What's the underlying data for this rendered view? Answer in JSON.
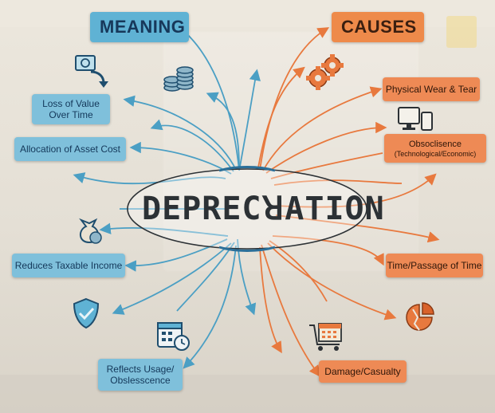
{
  "center": {
    "title": "DEPRECꓤATION"
  },
  "meaning": {
    "heading": "MEANING",
    "items": [
      {
        "line1": "Loss of Value",
        "line2": "Over Time"
      },
      {
        "label": "Allocation of Asset Cost"
      },
      {
        "label": "Reduces Taxable Income"
      },
      {
        "line1": "Reflects Usage/",
        "line2": "Obslesscence"
      }
    ]
  },
  "causes": {
    "heading": "CAUSES",
    "items": [
      {
        "label": "Physical Wear & Tear"
      },
      {
        "line1": "Obsoclisence",
        "line2": "(Technological/Economic)"
      },
      {
        "label": "Time/Passage of Time"
      },
      {
        "label": "Damage/Casualty"
      }
    ]
  },
  "icons": [
    "money-down-arrow-icon",
    "coin-stack-icon",
    "money-bag-icon",
    "shield-check-icon",
    "calendar-clock-icon",
    "gears-icon",
    "computer-icon",
    "shopping-cart-calendar-icon",
    "broken-pie-icon"
  ],
  "colors": {
    "blue": "#5fb2d4",
    "orange": "#ee8a4a",
    "text": "#2c3135"
  }
}
